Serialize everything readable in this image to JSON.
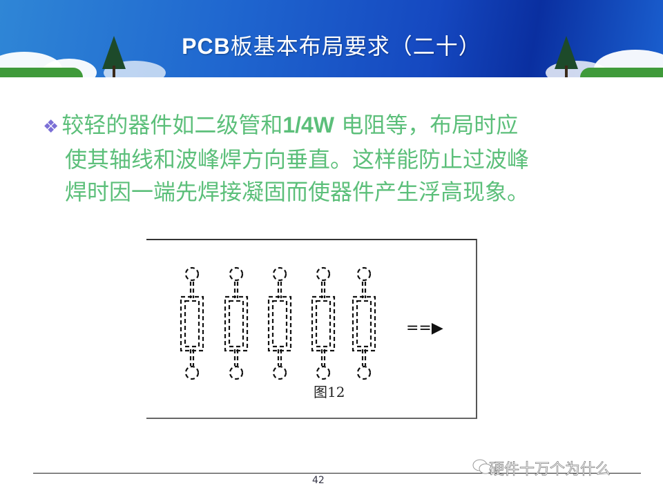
{
  "header": {
    "title_prefix": "PCB",
    "title_rest": "板基本布局要求（二十）"
  },
  "content": {
    "bullet_icon": "diamond-cluster-icon",
    "line1_a": "较轻的器件如二级管和",
    "line1_bold": "1/4W",
    "line1_b": " 电阻等，布局时应",
    "line2": "使其轴线和波峰焊方向垂直。这样能防止过波峰",
    "line3": "焊时因一端先焊接凝固而使器件产生浮高现象。"
  },
  "figure": {
    "caption": "图12",
    "arrow_label": "==▶"
  },
  "footer": {
    "page_number": "42",
    "watermark": "硬件十万个为什么"
  },
  "colors": {
    "text": "#5cbf7a",
    "bullet": "#7b6fd6",
    "banner": "#1f66cf"
  }
}
